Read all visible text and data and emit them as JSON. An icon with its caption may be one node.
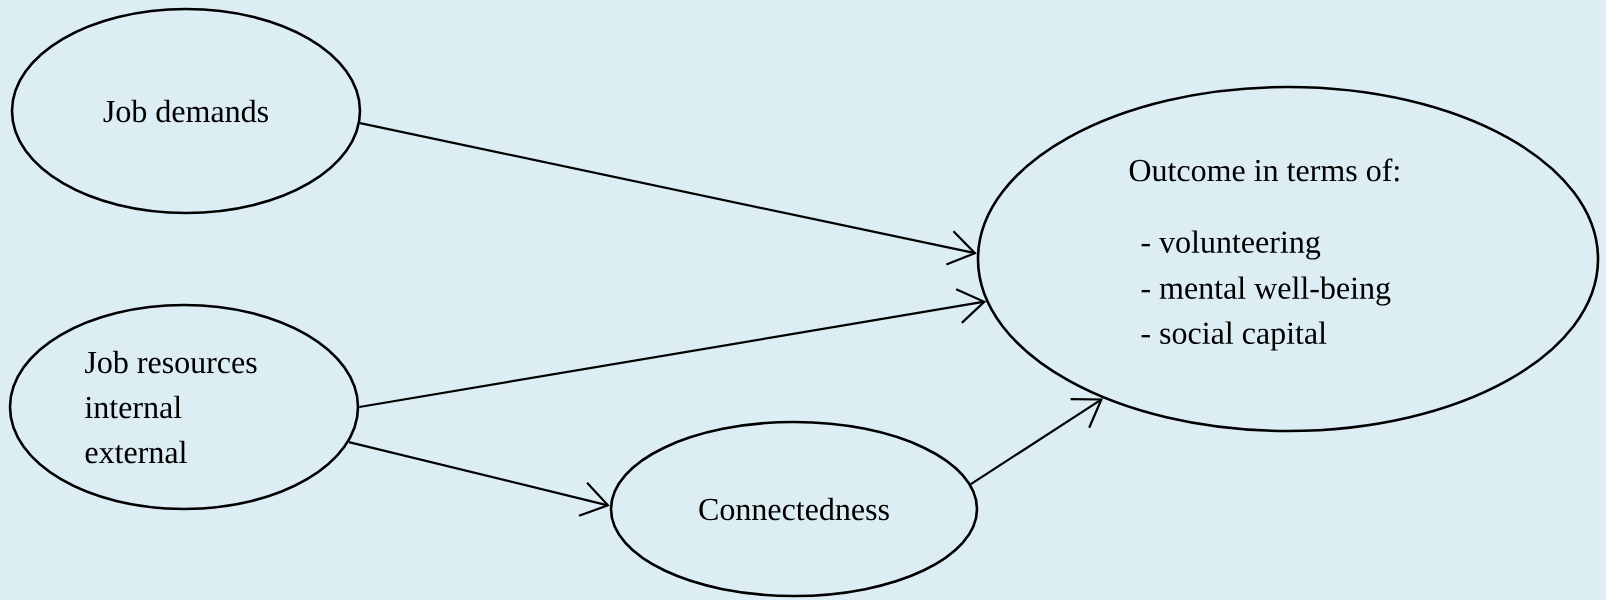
{
  "diagram": {
    "nodes": [
      {
        "text": [
          "Job demands"
        ]
      },
      {
        "text": [
          "Job resources",
          "internal",
          "external"
        ]
      },
      {
        "text": [
          "Connectedness"
        ]
      },
      {
        "text": [
          "Outcome in terms of:",
          "- volunteering",
          "- mental well-being",
          "- social capital"
        ]
      }
    ],
    "edges": [
      {
        "from": 0,
        "to": 3,
        "arrow": "to"
      },
      {
        "from": 1,
        "to": 3,
        "arrow": "to"
      },
      {
        "from": 1,
        "to": 2,
        "arrow": "to"
      },
      {
        "from": 2,
        "to": 3,
        "arrow": "to"
      }
    ]
  }
}
